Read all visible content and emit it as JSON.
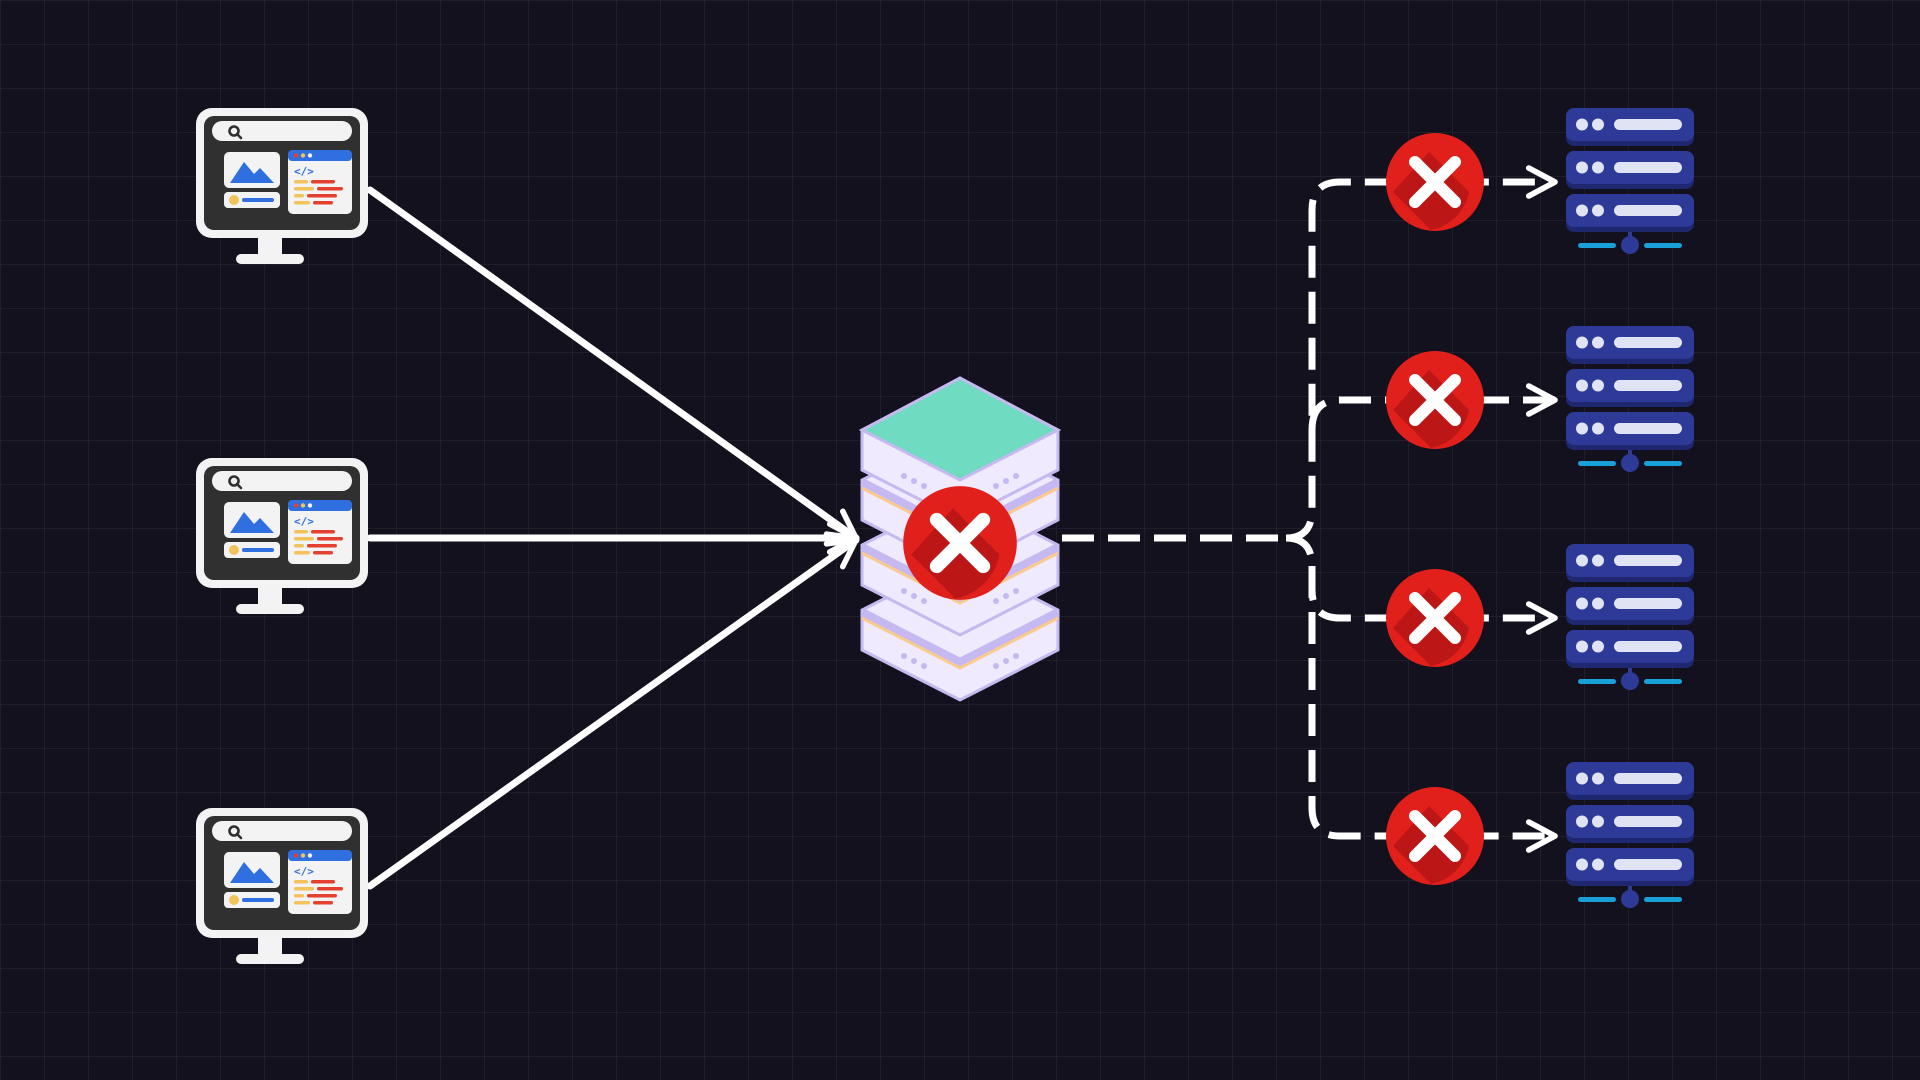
{
  "diagram": {
    "type": "architecture-failure-diagram",
    "colors": {
      "background": "#12111d",
      "grid": "#23222f",
      "line": "#ffffff",
      "error_red": "#e1201b",
      "error_red_shadow": "#9e0f12",
      "lb_top": "#6fdcc1",
      "lb_side": "#efeafd",
      "lb_band": "#c6b9f1",
      "lb_accent": "#fbc98e",
      "server_blue": "#2e3a97",
      "server_blue_dark": "#1e2770",
      "server_bar": "#dfe3f4",
      "server_base": "#1aa0d8",
      "monitor_frame": "#f3f3f3",
      "monitor_screen": "#303030",
      "monitor_browser_blue": "#2f6fe0",
      "monitor_code_red": "#e5402f",
      "monitor_code_yellow": "#f2c35b"
    },
    "nodes": {
      "clients": [
        {
          "name": "client-monitor",
          "icon": "desktop-monitor-icon"
        },
        {
          "name": "client-monitor",
          "icon": "desktop-monitor-icon"
        },
        {
          "name": "client-monitor",
          "icon": "desktop-monitor-icon"
        }
      ],
      "load_balancer": {
        "name": "load-balancer",
        "icon": "server-stack-icon",
        "status": "failed",
        "status_icon": "error-x-icon"
      },
      "servers": [
        {
          "name": "backend-server",
          "icon": "server-rack-icon",
          "status": "failed",
          "status_icon": "error-x-icon"
        },
        {
          "name": "backend-server",
          "icon": "server-rack-icon",
          "status": "failed",
          "status_icon": "error-x-icon"
        },
        {
          "name": "backend-server",
          "icon": "server-rack-icon",
          "status": "failed",
          "status_icon": "error-x-icon"
        },
        {
          "name": "backend-server",
          "icon": "server-rack-icon",
          "status": "failed",
          "status_icon": "error-x-icon"
        }
      ]
    },
    "edges": {
      "client_to_lb": {
        "style": "solid",
        "arrow": "end"
      },
      "lb_to_servers": {
        "style": "dashed",
        "arrow": "end"
      }
    }
  }
}
